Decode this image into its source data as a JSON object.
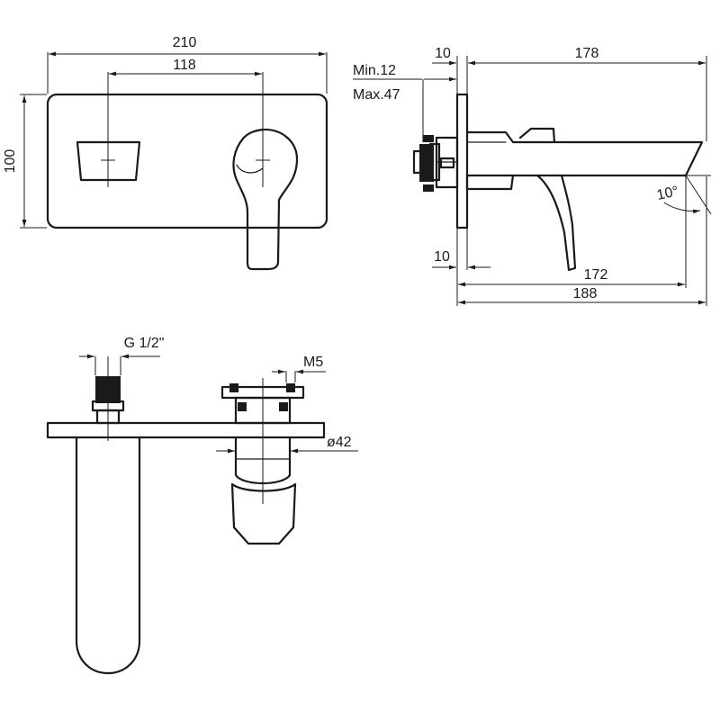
{
  "front_view": {
    "width_label": "210",
    "center_distance_label": "118",
    "height_label": "100"
  },
  "side_view": {
    "plate_thickness_top_label": "10",
    "plate_thickness_bottom_label": "10",
    "wall_depth_min_label": "Min.12",
    "wall_depth_max_label": "Max.47",
    "projection_label": "178",
    "spout_reach_label": "172",
    "overall_depth_label": "188",
    "spout_angle_label": "10°"
  },
  "top_view": {
    "thread_label": "G 1/2\"",
    "screw_label": "M5",
    "diameter_label": "ø42"
  }
}
